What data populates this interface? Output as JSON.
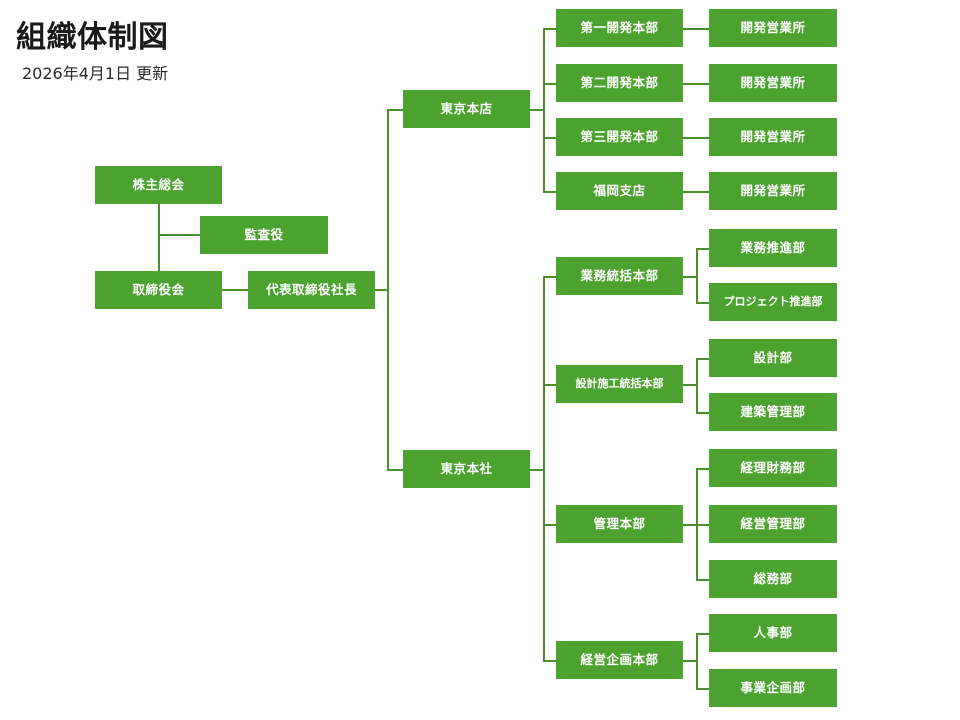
{
  "header": {
    "title": "組織体制図",
    "subtitle": "2026年4月1日 更新"
  },
  "theme": {
    "node_fill": "#4CA22F",
    "edge_color": "#4A8F2C",
    "node_text": "#ffffff",
    "background": "#ffffff"
  },
  "nodes": {
    "shareholders_meeting": "株主総会",
    "auditor": "監査役",
    "board_of_directors": "取締役会",
    "president": "代表取締役社長",
    "tokyo_honten": "東京本店",
    "tokyo_honsha": "東京本社",
    "dev_div_1": "第一開発本部",
    "dev_div_2": "第二開発本部",
    "dev_div_3": "第三開発本部",
    "fukuoka_branch": "福岡支店",
    "dev_office_1": "開発営業所",
    "dev_office_2": "開発営業所",
    "dev_office_3": "開発営業所",
    "dev_office_4": "開発営業所",
    "ops_hq": "業務統括本部",
    "ops_promo_dept": "業務推進部",
    "project_promo_dept": "プロジェクト推進部",
    "design_constr_hq": "設計施工統括本部",
    "design_dept": "設計部",
    "building_mgmt_dept": "建築管理部",
    "admin_hq": "管理本部",
    "accounting_finance_dept": "経理財務部",
    "business_mgmt_dept": "経営管理部",
    "general_affairs_dept": "総務部",
    "planning_hq": "経営企画本部",
    "hr_dept": "人事部",
    "business_planning_dept": "事業企画部"
  },
  "chart_data": {
    "type": "diagram",
    "title": "組織体制図",
    "subtitle": "2026年4月1日 更新",
    "tree": [
      {
        "label": "株主総会",
        "children": [
          {
            "label": "監査役",
            "children": []
          },
          {
            "label": "取締役会",
            "children": [
              {
                "label": "代表取締役社長",
                "children": [
                  {
                    "label": "東京本店",
                    "children": [
                      {
                        "label": "第一開発本部",
                        "children": [
                          {
                            "label": "開発営業所",
                            "children": []
                          }
                        ]
                      },
                      {
                        "label": "第二開発本部",
                        "children": [
                          {
                            "label": "開発営業所",
                            "children": []
                          }
                        ]
                      },
                      {
                        "label": "第三開発本部",
                        "children": [
                          {
                            "label": "開発営業所",
                            "children": []
                          }
                        ]
                      },
                      {
                        "label": "福岡支店",
                        "children": [
                          {
                            "label": "開発営業所",
                            "children": []
                          }
                        ]
                      }
                    ]
                  },
                  {
                    "label": "東京本社",
                    "children": [
                      {
                        "label": "業務統括本部",
                        "children": [
                          {
                            "label": "業務推進部",
                            "children": []
                          },
                          {
                            "label": "プロジェクト推進部",
                            "children": []
                          }
                        ]
                      },
                      {
                        "label": "設計施工統括本部",
                        "children": [
                          {
                            "label": "設計部",
                            "children": []
                          },
                          {
                            "label": "建築管理部",
                            "children": []
                          }
                        ]
                      },
                      {
                        "label": "管理本部",
                        "children": [
                          {
                            "label": "経理財務部",
                            "children": []
                          },
                          {
                            "label": "経営管理部",
                            "children": []
                          },
                          {
                            "label": "総務部",
                            "children": []
                          }
                        ]
                      },
                      {
                        "label": "経営企画本部",
                        "children": [
                          {
                            "label": "人事部",
                            "children": []
                          },
                          {
                            "label": "事業企画部",
                            "children": []
                          }
                        ]
                      }
                    ]
                  }
                ]
              }
            ]
          }
        ]
      }
    ]
  }
}
